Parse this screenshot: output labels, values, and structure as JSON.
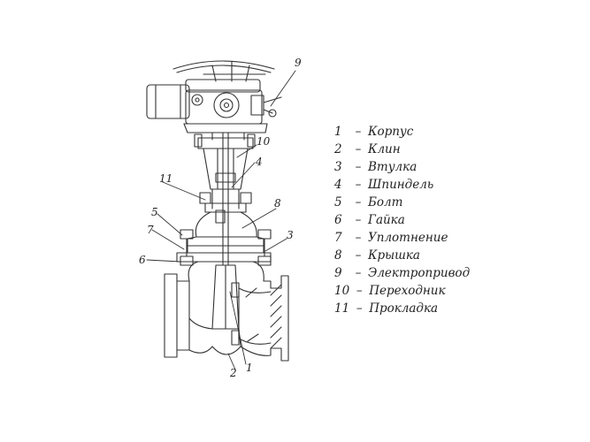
{
  "callouts": [
    "1",
    "2",
    "3",
    "4",
    "5",
    "6",
    "7",
    "8",
    "9",
    "10",
    "11"
  ],
  "legend": [
    {
      "num": "1",
      "dash": "–",
      "label": "Корпус"
    },
    {
      "num": "2",
      "dash": "–",
      "label": "Клин"
    },
    {
      "num": "3",
      "dash": "–",
      "label": "Втулка"
    },
    {
      "num": "4",
      "dash": "–",
      "label": "Шпиндель"
    },
    {
      "num": "5",
      "dash": "–",
      "label": "Болт"
    },
    {
      "num": "6",
      "dash": "–",
      "label": "Гайка"
    },
    {
      "num": "7",
      "dash": "–",
      "label": "Уплотнение"
    },
    {
      "num": "8",
      "dash": "–",
      "label": "Крышка"
    },
    {
      "num": "9",
      "dash": "–",
      "label": "Электропривод"
    },
    {
      "num": "10",
      "dash": "–",
      "label": "Переходник"
    },
    {
      "num": "11",
      "dash": "–",
      "label": "Прокладка"
    }
  ]
}
